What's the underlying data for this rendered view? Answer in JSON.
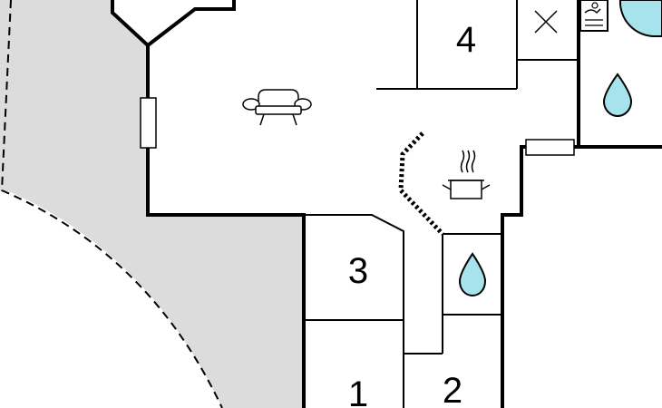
{
  "rooms": [
    {
      "id": "room-4",
      "label": "4"
    },
    {
      "id": "room-3",
      "label": "3"
    },
    {
      "id": "room-1",
      "label": "1"
    },
    {
      "id": "room-2",
      "label": "2"
    }
  ],
  "icons": {
    "living": "sofa-icon",
    "kitchen": "cooking-pot-icon",
    "bath_main": "water-drop-icon",
    "bath_small": "water-drop-icon",
    "closet": "cross-mark-icon",
    "sauna": "sauna-icon",
    "whirlpool": "whirlpool-tub-icon"
  },
  "colors": {
    "outside_area": "#dcdcdc",
    "wall": "#000000",
    "water": "#a6e3ec"
  }
}
